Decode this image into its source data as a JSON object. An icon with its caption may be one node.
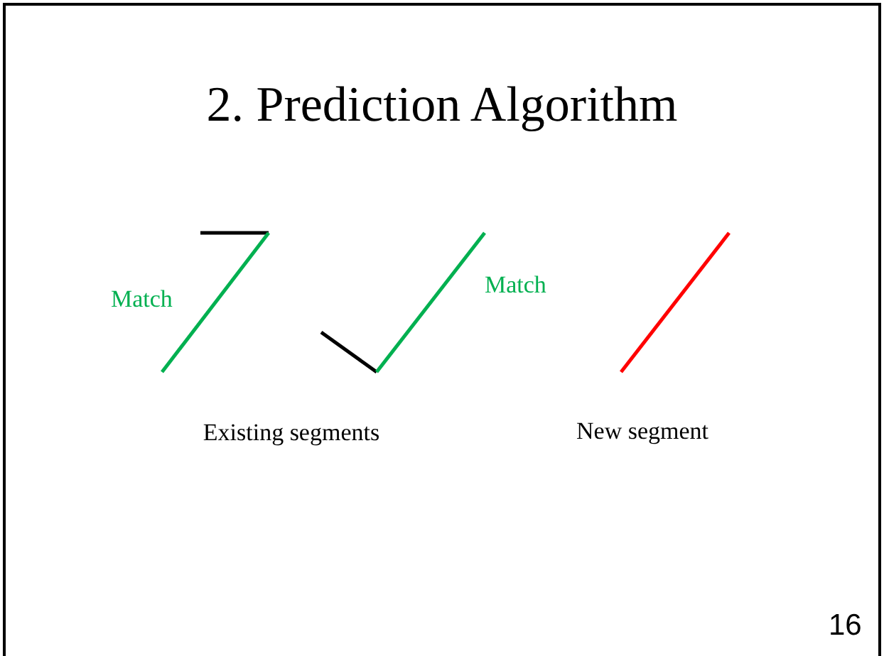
{
  "diagram": {
    "title": "2. Prediction Algorithm",
    "labels": [
      "Match",
      "Match",
      "Existing segments",
      "New segment",
      "16"
    ]
  }
}
